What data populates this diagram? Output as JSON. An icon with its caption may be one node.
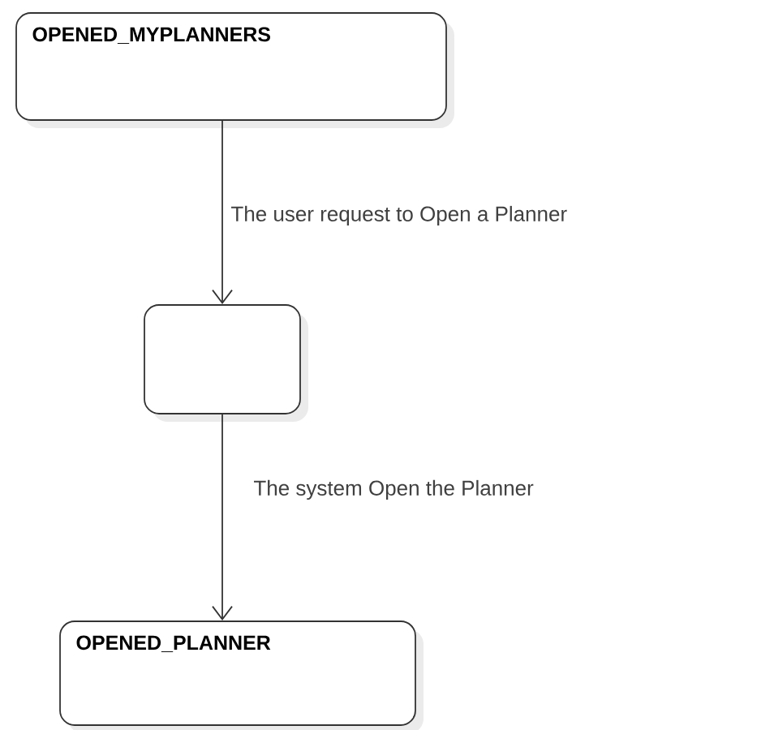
{
  "diagram": {
    "nodes": [
      {
        "text": [
          "OPENED_MYPLANNERS"
        ]
      },
      {
        "text": [],
        "shape": "box"
      },
      {
        "text": [
          "OPENED_PLANNER"
        ]
      }
    ],
    "edges": [
      {
        "from": 0,
        "to": 1,
        "arrow": "to",
        "label": "The user request to Open a Planner"
      },
      {
        "from": 1,
        "to": 2,
        "arrow": "to",
        "label": "The system Open the Planner"
      }
    ]
  }
}
